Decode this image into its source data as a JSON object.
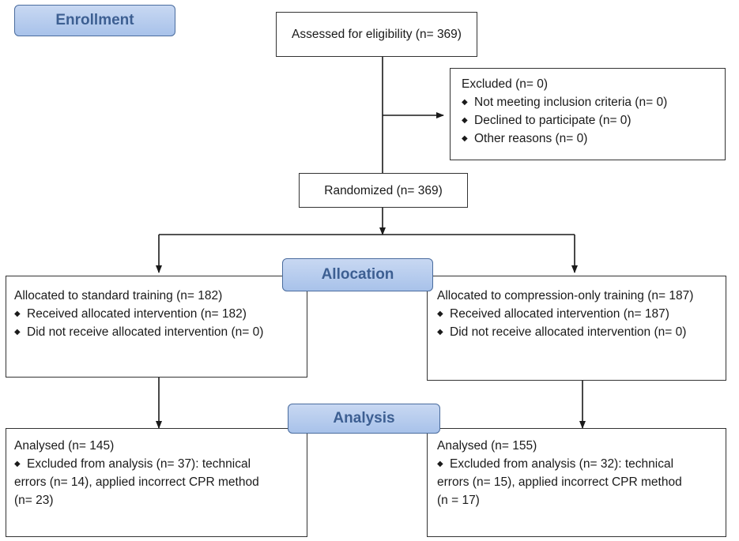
{
  "stages": {
    "enrollment": "Enrollment",
    "allocation": "Allocation",
    "analysis": "Analysis"
  },
  "assessed": {
    "text": "Assessed for eligibility (n= 369)"
  },
  "excluded": {
    "title": "Excluded (n= 0)",
    "items": [
      "Not meeting inclusion criteria (n= 0)",
      "Declined to participate (n= 0)",
      "Other reasons (n= 0)"
    ]
  },
  "randomized": {
    "text": "Randomized (n= 369)"
  },
  "allocation_left": {
    "title": "Allocated to standard training (n= 182)",
    "items": [
      "Received allocated intervention (n= 182)",
      "Did not receive allocated intervention (n= 0)"
    ]
  },
  "allocation_right": {
    "title": "Allocated to compression-only training (n= 187)",
    "items": [
      "Received allocated intervention (n= 187)",
      "Did not receive allocated intervention (n= 0)"
    ]
  },
  "analysis_left": {
    "title": "Analysed (n= 145)",
    "detail_line1": "Excluded from analysis (n= 37): technical",
    "detail_line2": "errors (n= 14), applied incorrect CPR method",
    "detail_line3": "(n= 23)"
  },
  "analysis_right": {
    "title": "Analysed (n= 155)",
    "detail_line1": "Excluded from analysis (n= 32): technical",
    "detail_line2": "errors (n= 15), applied incorrect CPR method",
    "detail_line3": "(n = 17)"
  },
  "bullet_glyph": "◆",
  "colors": {
    "stage_fill": "#b7cdf0",
    "stage_border": "#4a6c9e",
    "stage_text": "#3d5f92",
    "line": "#1a1a1a"
  }
}
